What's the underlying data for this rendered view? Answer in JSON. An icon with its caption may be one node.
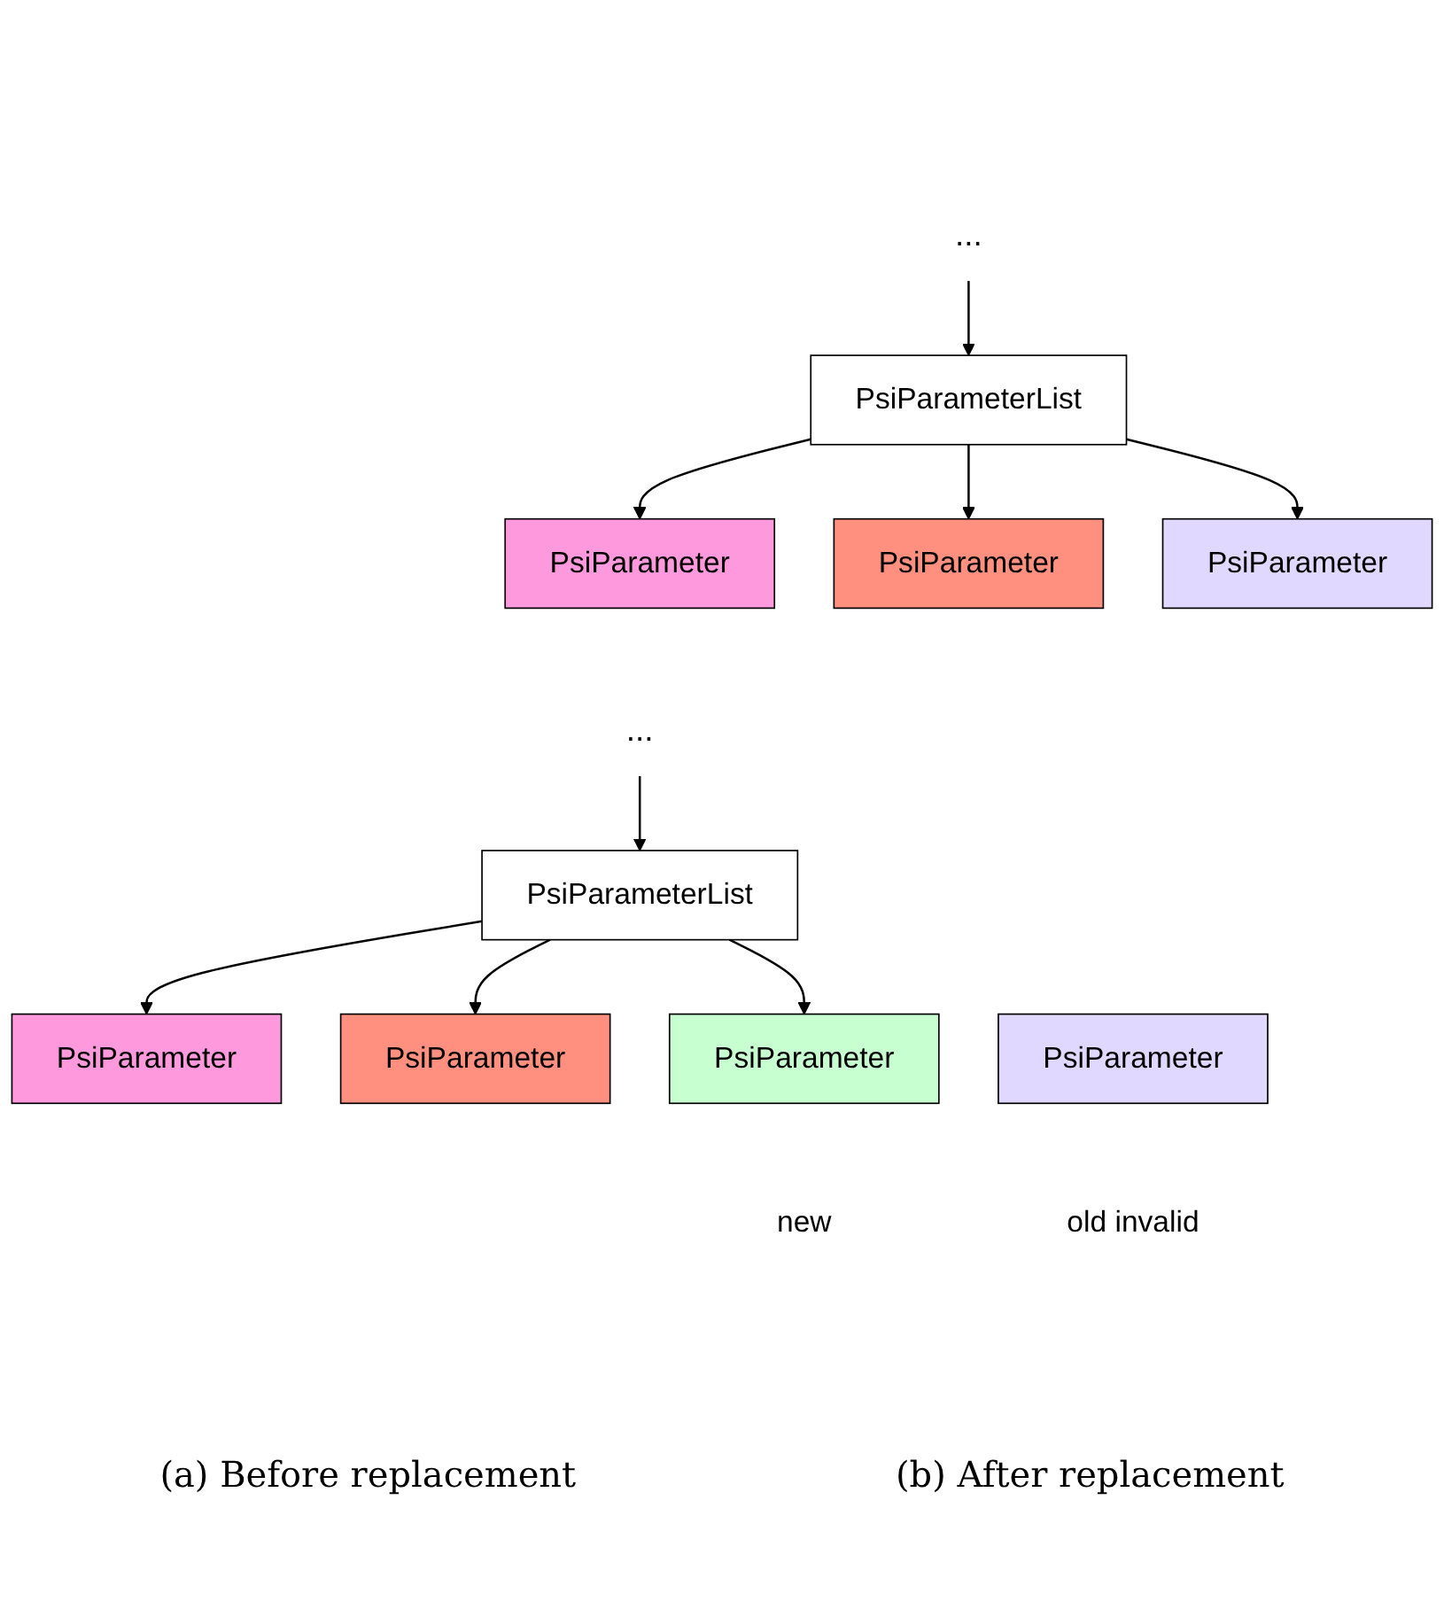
{
  "diagram": {
    "nodes": [
      {
        "text": [
          "..."
        ]
      },
      {
        "text": [
          "PsiParameterList"
        ]
      },
      {
        "text": [
          "PsiParameter"
        ]
      },
      {
        "text": [
          "PsiParameter"
        ]
      },
      {
        "text": [
          "PsiParameter"
        ]
      },
      {
        "text": [
          "..."
        ]
      },
      {
        "text": [
          "PsiParameterList"
        ]
      },
      {
        "text": [
          "PsiParameter"
        ]
      },
      {
        "text": [
          "PsiParameter"
        ]
      },
      {
        "text": [
          "PsiParameter"
        ],
        "beside": [
          "new"
        ]
      },
      {
        "text": [
          "PsiParameter"
        ],
        "beside": [
          "old invalid"
        ]
      }
    ],
    "edges": [
      {
        "from": 0,
        "to": 1,
        "arrow": "to"
      },
      {
        "from": 1,
        "to": 2,
        "arrow": "to"
      },
      {
        "from": 1,
        "to": 3,
        "arrow": "to"
      },
      {
        "from": 1,
        "to": 4,
        "arrow": "to"
      },
      {
        "from": 5,
        "to": 6,
        "arrow": "to"
      },
      {
        "from": 6,
        "to": 7,
        "arrow": "to"
      },
      {
        "from": 6,
        "to": 8,
        "arrow": "to"
      },
      {
        "from": 6,
        "to": 9,
        "arrow": "to"
      }
    ],
    "labels": [
      "(a) Before replacement",
      "(b) After replacement"
    ]
  }
}
